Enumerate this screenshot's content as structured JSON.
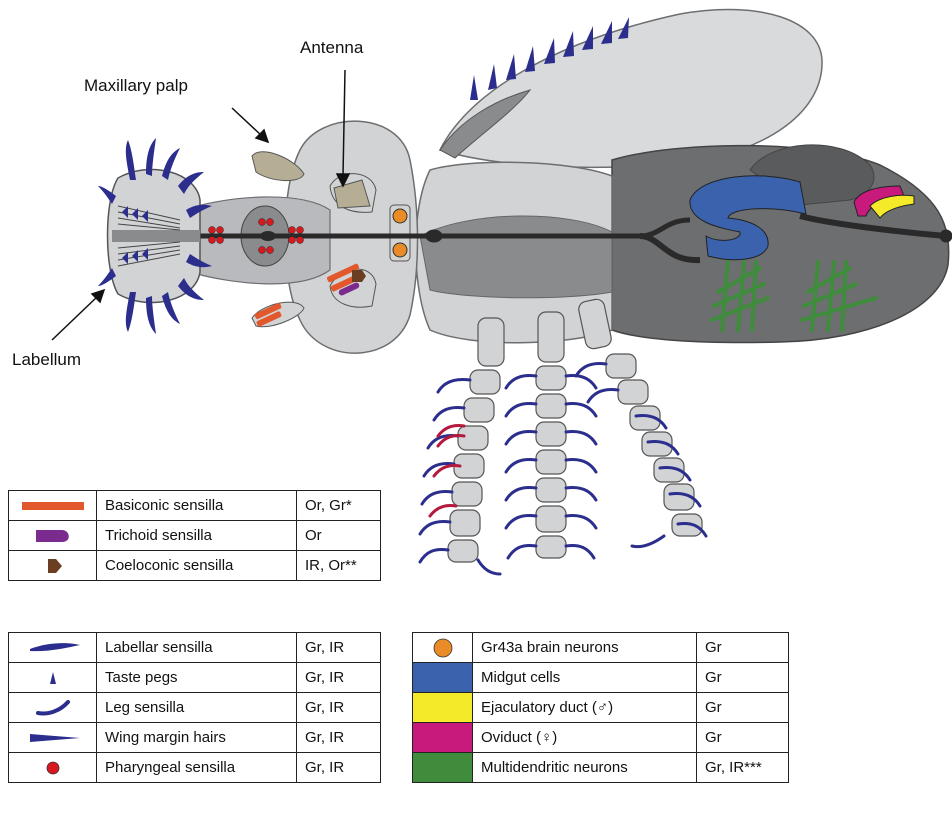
{
  "labels": {
    "antenna": "Antenna",
    "maxillary_palp": "Maxillary palp",
    "labellum": "Labellum"
  },
  "legend_olfactory": [
    {
      "symbol": "basiconic-icon",
      "name": "Basiconic sensilla",
      "receptors": "Or, Gr*"
    },
    {
      "symbol": "trichoid-icon",
      "name": "Trichoid sensilla",
      "receptors": "Or"
    },
    {
      "symbol": "coeloconic-icon",
      "name": "Coeloconic sensilla",
      "receptors": "IR, Or**"
    }
  ],
  "legend_gustatory": [
    {
      "symbol": "labellar-sensilla-icon",
      "name": "Labellar sensilla",
      "receptors": "Gr, IR"
    },
    {
      "symbol": "taste-peg-icon",
      "name": "Taste pegs",
      "receptors": "Gr, IR"
    },
    {
      "symbol": "leg-sensilla-icon",
      "name": "Leg sensilla",
      "receptors": "Gr, IR"
    },
    {
      "symbol": "wing-hair-icon",
      "name": "Wing margin hairs",
      "receptors": "Gr, IR"
    },
    {
      "symbol": "pharyngeal-icon",
      "name": "Pharyngeal sensilla",
      "receptors": "Gr, IR"
    }
  ],
  "legend_internal": [
    {
      "symbol": "brain-neuron-icon",
      "name": "Gr43a brain neurons",
      "receptors": "Gr"
    },
    {
      "symbol": "midgut-swatch",
      "name": "Midgut cells",
      "receptors": "Gr"
    },
    {
      "symbol": "ejaculatory-swatch",
      "name": "Ejaculatory duct (♂)",
      "receptors": "Gr"
    },
    {
      "symbol": "oviduct-swatch",
      "name": "Oviduct (♀)",
      "receptors": "Gr"
    },
    {
      "symbol": "multidendritic-swatch",
      "name": "Multidendritic neurons",
      "receptors": "Gr, IR***"
    }
  ],
  "colors": {
    "basiconic": "#e2572b",
    "trichoid": "#7b2a8e",
    "coeloconic": "#6b3e22",
    "sensilla_blue": "#2b2e8c",
    "pharyngeal": "#d7191f",
    "brain_neuron": "#e98b26",
    "midgut": "#3a62ad",
    "ejaculatory": "#f4ea2a",
    "oviduct": "#c8197c",
    "multidendritic": "#3f8c3c",
    "body_light": "#d2d3d5",
    "body_dark": "#6d6e70"
  }
}
